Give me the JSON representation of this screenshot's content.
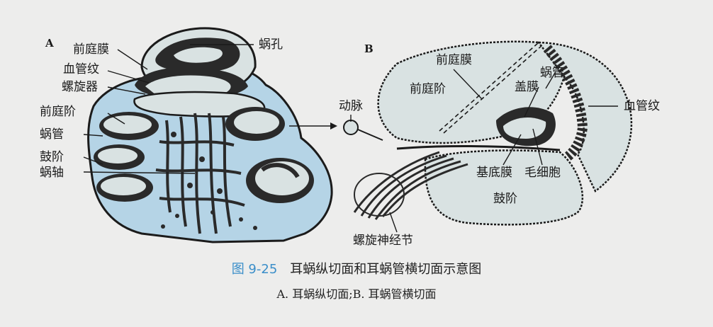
{
  "panels": {
    "a": "A",
    "b": "B"
  },
  "labels_a": {
    "helicotrema": "蜗孔",
    "vestibular_membrane": "前庭膜",
    "stria_vascularis": "血管纹",
    "spiral_organ": "螺旋器",
    "scala_vestibuli": "前庭阶",
    "cochlear_duct": "蜗管",
    "scala_tympani": "鼓阶",
    "modiolus": "蜗轴"
  },
  "labels_b": {
    "vestibular_membrane": "前庭膜",
    "scala_vestibuli": "前庭阶",
    "artery": "动脉",
    "cochlear_duct": "蜗管",
    "tectorial_membrane": "盖膜",
    "stria_vascularis": "血管纹",
    "basilar_membrane": "基底膜",
    "hair_cells": "毛细胞",
    "scala_tympani": "鼓阶",
    "spiral_ganglion": "螺旋神经节"
  },
  "caption": {
    "number": "图 9-25",
    "title": "耳蜗纵切面和耳蜗管横切面示意图",
    "subtitle": "A. 耳蜗纵切面;B. 耳蜗管横切面"
  },
  "colors": {
    "background": "#ededec",
    "fill_blue": "#b5d4e6",
    "pale_fill": "#d9e2e2",
    "ink": "#1b1b1b",
    "figure_number": "#3a8ec9"
  }
}
